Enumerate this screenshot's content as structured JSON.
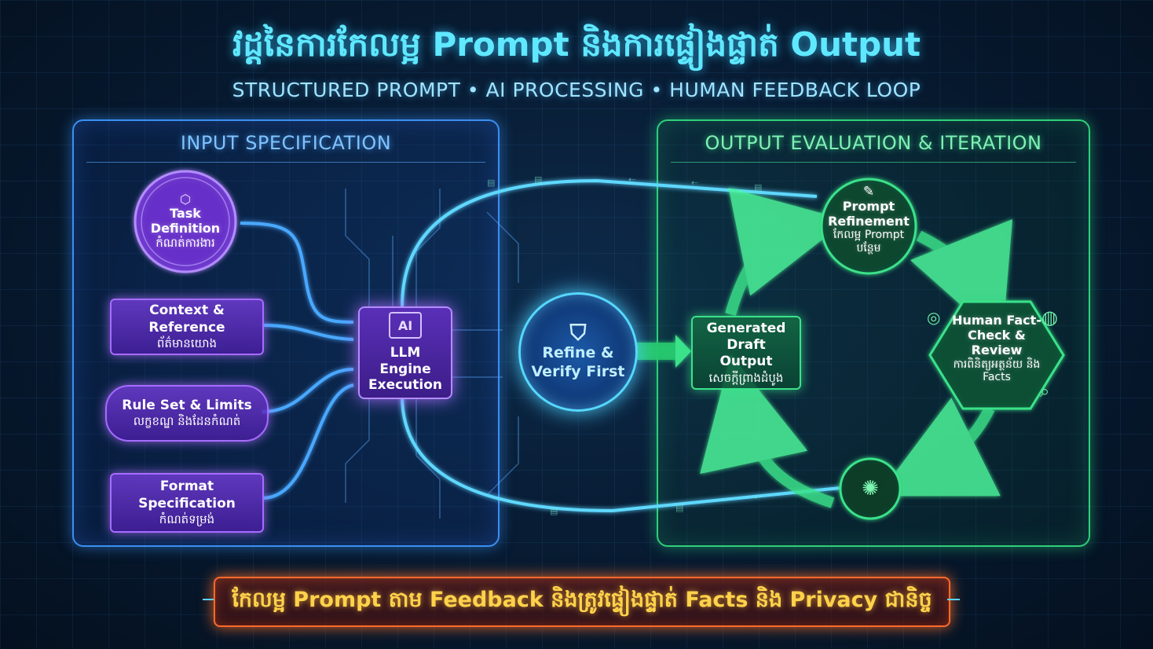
{
  "header": {
    "title": "វដ្តនៃការកែលម្អ Prompt និងការផ្ទៀងផ្ទាត់ Output",
    "subtitle": "STRUCTURED PROMPT • AI PROCESSING • HUMAN FEEDBACK LOOP"
  },
  "input_panel": {
    "title": "INPUT SPECIFICATION",
    "task": {
      "label": "Task Definition",
      "kh": "កំណត់ការងារ",
      "icon": "cube-icon"
    },
    "context": {
      "label": "Context & Reference",
      "kh": "ព័ត៌មានយោង"
    },
    "rules": {
      "label": "Rule Set & Limits",
      "kh": "លក្ខខណ្ឌ និងដែនកំណត់"
    },
    "format": {
      "label": "Format Specification",
      "kh": "កំណត់ទម្រង់"
    }
  },
  "engine": {
    "badge": "AI",
    "label": "LLM Engine Execution"
  },
  "verify": {
    "label_line1": "Refine &",
    "label_line2": "Verify First",
    "icon": "shield-check-icon"
  },
  "output_panel": {
    "title": "OUTPUT EVALUATION & ITERATION",
    "draft": {
      "label": "Generated Draft Output",
      "kh": "សេចក្តីព្រាងដំបូង"
    },
    "refinement": {
      "label": "Prompt Refinement",
      "kh": "កែលម្អ Prompt បន្ថែម",
      "icon": "edit-icon"
    },
    "factcheck": {
      "label": "Human Fact-Check & Review",
      "kh": "ការពិនិត្យអត្ថន័យ និង Facts"
    },
    "brain": {
      "icon": "brain-search-icon"
    }
  },
  "footer": {
    "text": "កែលម្អ Prompt តាម Feedback និងត្រូវផ្ទៀងផ្ទាត់ Facts និង Privacy ជានិច្ច"
  },
  "colors": {
    "background": "#071a30",
    "input_accent": "#3a8ff0",
    "output_accent": "#2fcf7a",
    "node_purple": "#a66cff",
    "verify_cyan": "#56d8ff",
    "footer_orange": "#ff6a2a"
  }
}
